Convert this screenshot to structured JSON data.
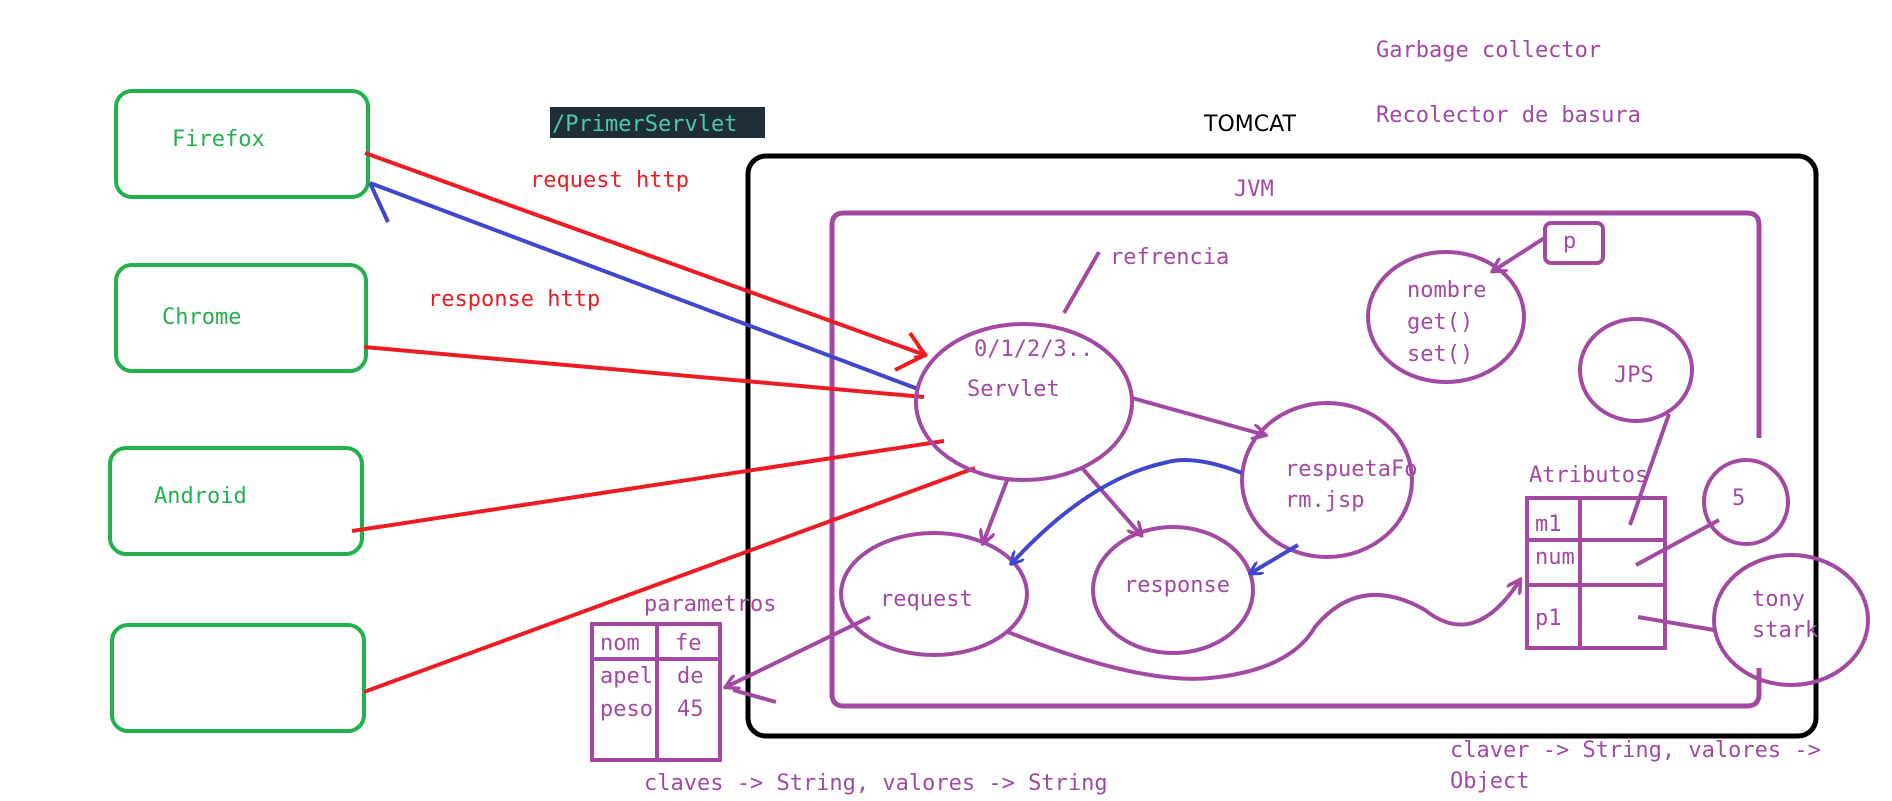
{
  "colors": {
    "green": "#22b14c",
    "purple": "#a349a4",
    "red": "#ed1c24",
    "blue": "#3f48cc",
    "black": "#000000",
    "badge_bg": "#1e2d36",
    "badge_text": "#4ec9b0"
  },
  "clients": {
    "firefox": "Firefox",
    "chrome": "Chrome",
    "android": "Android",
    "blank": ""
  },
  "route": "/PrimerServlet",
  "labels": {
    "request_http": "request http",
    "response_http": "response http",
    "tomcat": "TOMCAT",
    "jvm": "JVM",
    "garbage_collector": "Garbage collector",
    "recolector": "Recolector de basura",
    "refrencia": "refrencia",
    "counter": "0/1/2/3..",
    "servlet": "Servlet",
    "respuesta_line1": "respuetaFo",
    "respuesta_line2": "rm.jsp",
    "request_node": "request",
    "response_node": "response",
    "object_lines": [
      "nombre",
      "get()",
      "set()"
    ],
    "p_box": "p",
    "jps": "JPS",
    "five": "5",
    "tony_line1": "tony",
    "tony_line2": "stark",
    "atributos": "Atributos",
    "parametros": "parametros"
  },
  "attributes_table": {
    "rows": [
      {
        "key": "m1",
        "value": ""
      },
      {
        "key": "num",
        "value": ""
      },
      {
        "key": "p1",
        "value": ""
      }
    ]
  },
  "parameters_table": {
    "headers": [
      "nom",
      "fe"
    ],
    "rows": [
      [
        "apel",
        "de"
      ],
      [
        "peso",
        "45"
      ]
    ]
  },
  "notes": {
    "params_note": "claves -> String, valores -> String",
    "attrs_note_line1": "claver -> String, valores ->",
    "attrs_note_line2": "Object"
  }
}
